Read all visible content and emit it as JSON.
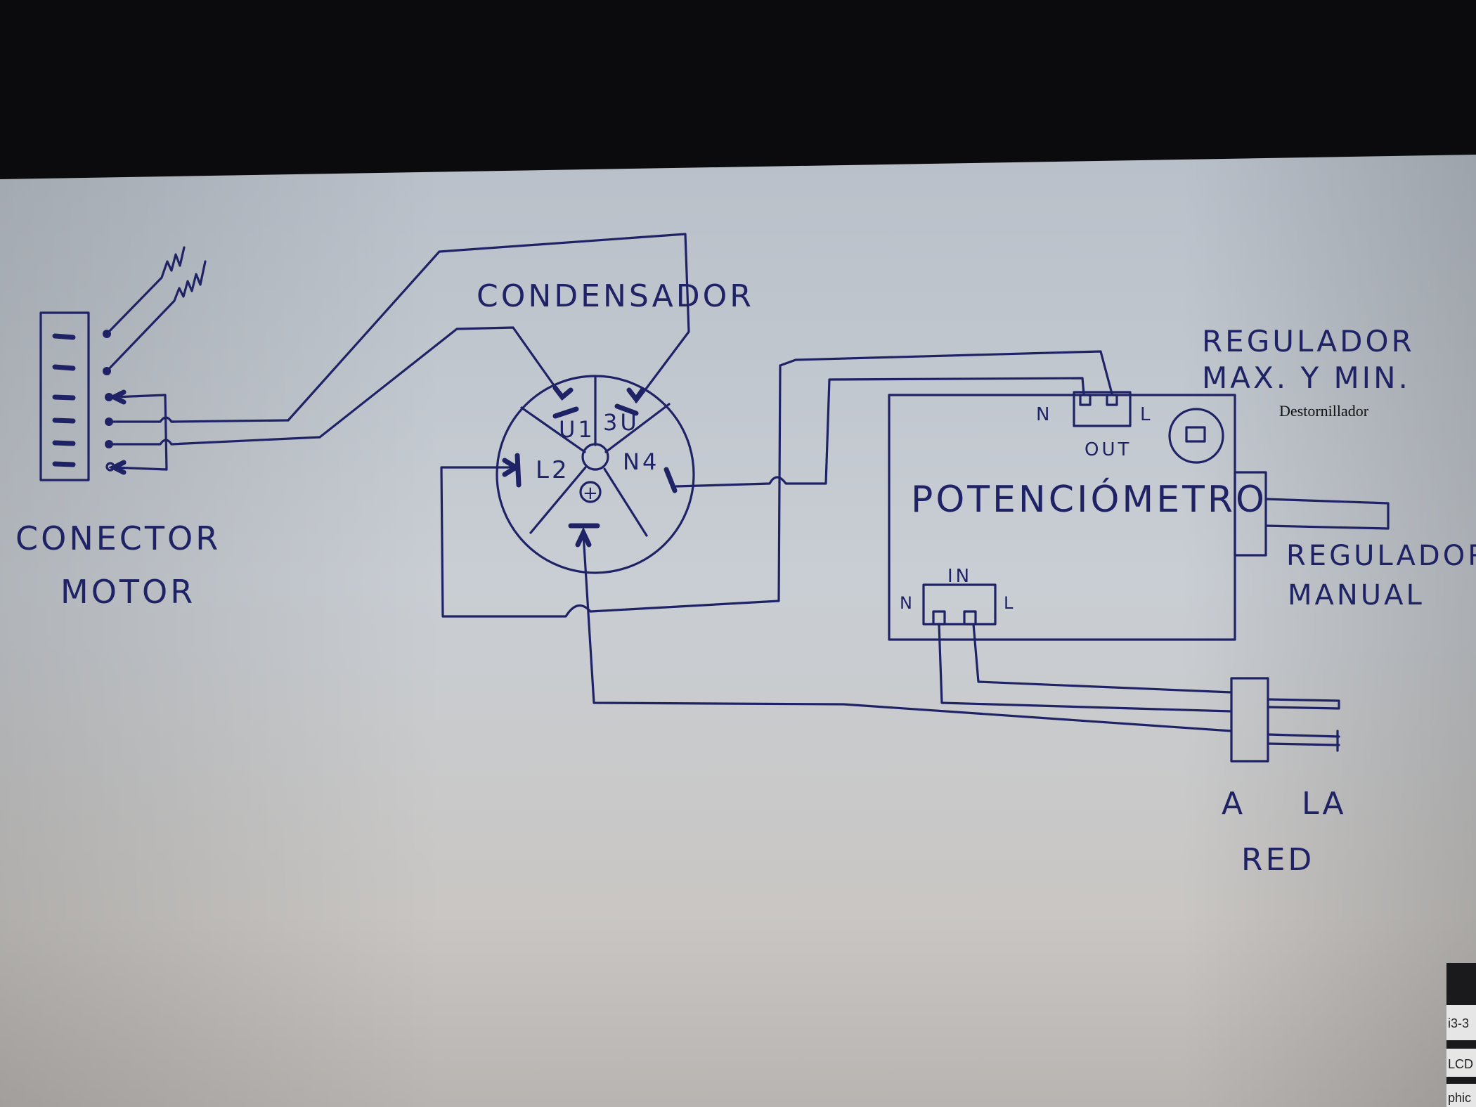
{
  "labels": {
    "condensador": "CONDENSADOR",
    "conector_line1": "CONECTOR",
    "conector_line2": "MOTOR",
    "regulador_maxmin_line1": "REGULADOR",
    "regulador_maxmin_line2": "MAX. Y MIN.",
    "destornillador": "Destornillador",
    "potenciometro": "POTENCIÓMETRO",
    "regulador_manual_line1": "REGULADOR",
    "regulador_manual_line2": "MANUAL",
    "out": "OUT",
    "in": "IN",
    "out_n": "N",
    "out_l": "L",
    "in_n": "N",
    "in_l": "L",
    "red_a": "A",
    "red_la": "LA",
    "red": "RED"
  },
  "switch_segments": {
    "u1": "U1",
    "u3": "3U",
    "l2": "L2",
    "n4": "N4",
    "plus": "+"
  },
  "side_tabs": [
    "i3-3",
    "LCD",
    "phic"
  ],
  "colors": {
    "paper": "#c9cfd6",
    "ink": "#1f2366",
    "background": "#0b0b0d"
  }
}
